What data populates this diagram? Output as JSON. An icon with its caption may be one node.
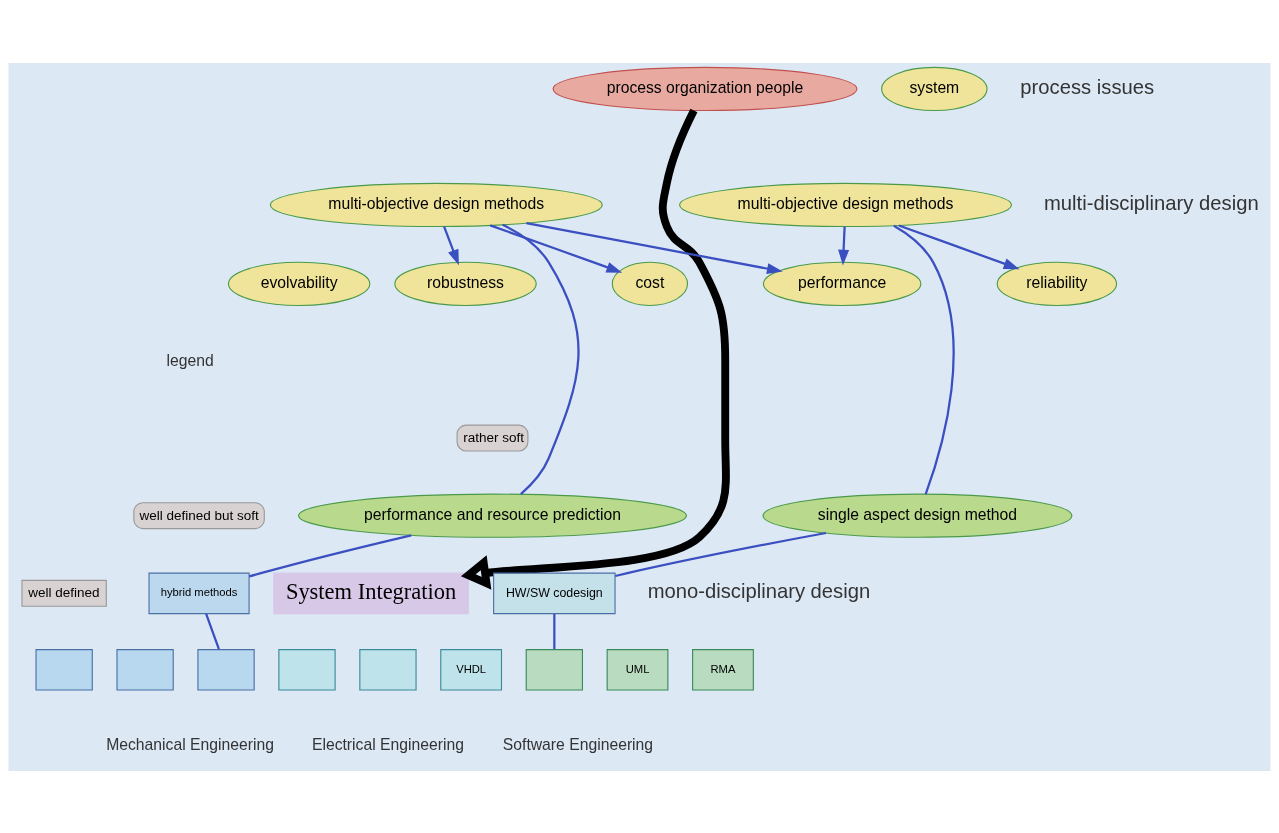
{
  "diagram": {
    "nodes": [
      {
        "text": [
          "process organization people"
        ]
      },
      {
        "text": [
          "system"
        ]
      },
      {
        "text": [
          "robustness"
        ]
      },
      {
        "text": [
          "evolvability"
        ]
      },
      {
        "text": [
          "cost"
        ]
      },
      {
        "text": [
          "performance"
        ]
      },
      {
        "text": [
          "reliability"
        ]
      },
      {
        "text": [
          "multi-objective design methods"
        ]
      },
      {
        "text": [
          "multi-objective design methods"
        ]
      },
      {
        "text": [
          "performance and resource prediction"
        ]
      },
      {
        "text": [
          "single aspect design method"
        ]
      },
      {
        "text": [
          "hybrid methods"
        ]
      },
      {
        "text": [
          "System Integration"
        ]
      },
      {
        "text": [
          "HW/SW codesign"
        ]
      },
      {
        "text": [],
        "shape": "box"
      },
      {
        "text": [],
        "shape": "box"
      },
      {
        "text": [],
        "shape": "box"
      },
      {
        "text": [],
        "shape": "box"
      },
      {
        "text": [],
        "shape": "box"
      },
      {
        "text": [
          "VHDL"
        ]
      },
      {
        "text": [],
        "shape": "box"
      },
      {
        "text": [
          "UML"
        ]
      },
      {
        "text": [
          "RMA"
        ]
      }
    ],
    "edges": [
      {
        "from": 0,
        "to": 12,
        "arrow": "to",
        "style": "thick",
        "color": "#000000"
      },
      {
        "from": 7,
        "to": 2,
        "arrow": "to"
      },
      {
        "from": 7,
        "to": 4,
        "arrow": "to"
      },
      {
        "from": 7,
        "to": 5,
        "arrow": "to"
      },
      {
        "from": 8,
        "to": 5,
        "arrow": "to"
      },
      {
        "from": 8,
        "to": 6,
        "arrow": "to"
      },
      {
        "from": 7,
        "to": 9,
        "arrow": "none"
      },
      {
        "from": 9,
        "to": 11,
        "arrow": "none"
      },
      {
        "from": 11,
        "to": 16,
        "arrow": "none"
      },
      {
        "from": 8,
        "to": 10,
        "arrow": "none"
      },
      {
        "from": 10,
        "to": 13,
        "arrow": "none"
      },
      {
        "from": 13,
        "to": 20,
        "arrow": "none"
      }
    ],
    "labels": [
      "process issues",
      "multi-disciplinary design",
      "legend",
      "mono-disciplinary design",
      "Mechanical Engineering",
      "Electrical Engineering",
      "Software Engineering"
    ],
    "legend": [
      {
        "text": "rather soft"
      },
      {
        "text": "well defined but soft"
      },
      {
        "text": "well defined"
      }
    ]
  }
}
